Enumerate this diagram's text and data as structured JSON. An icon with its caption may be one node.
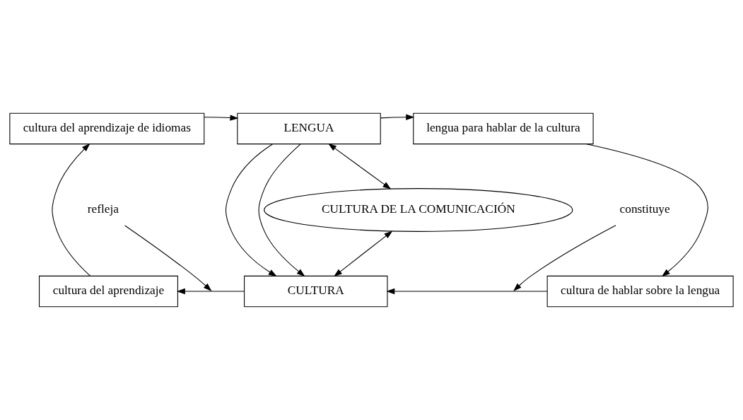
{
  "diagram": {
    "nodes": [
      {
        "text": [
          "cultura del aprendizaje de idiomas"
        ]
      },
      {
        "text": [
          "LENGUA"
        ]
      },
      {
        "text": [
          "lengua para hablar de la cultura"
        ]
      },
      {
        "text": [
          "refleja"
        ]
      },
      {
        "text": [
          "CULTURA DE LA COMUNICACIÓN"
        ]
      },
      {
        "text": [
          "constituye"
        ]
      },
      {
        "text": [
          "cultura del aprendizaje"
        ]
      },
      {
        "text": [
          "CULTURA"
        ]
      },
      {
        "text": [
          "cultura de hablar sobre la lengua"
        ]
      }
    ],
    "edges": [
      {
        "from": 0,
        "to": 1,
        "arrow": "to"
      },
      {
        "from": 1,
        "to": 2,
        "arrow": "to"
      },
      {
        "from": 2,
        "to": 8,
        "arrow": "to"
      },
      {
        "from": 8,
        "to": 7,
        "arrow": "to"
      },
      {
        "from": 7,
        "to": 6,
        "arrow": "to"
      },
      {
        "from": 6,
        "to": 0,
        "arrow": "to"
      },
      {
        "from": 1,
        "to": 4,
        "arrow": "both"
      },
      {
        "from": 4,
        "to": 7,
        "arrow": "both"
      },
      {
        "from": 1,
        "to": 7,
        "arrow": "to"
      },
      {
        "from": 1,
        "to": 7,
        "arrow": "to"
      },
      {
        "from": 3,
        "to": null,
        "arrow": "to"
      },
      {
        "from": 5,
        "to": null,
        "arrow": "to"
      }
    ]
  }
}
